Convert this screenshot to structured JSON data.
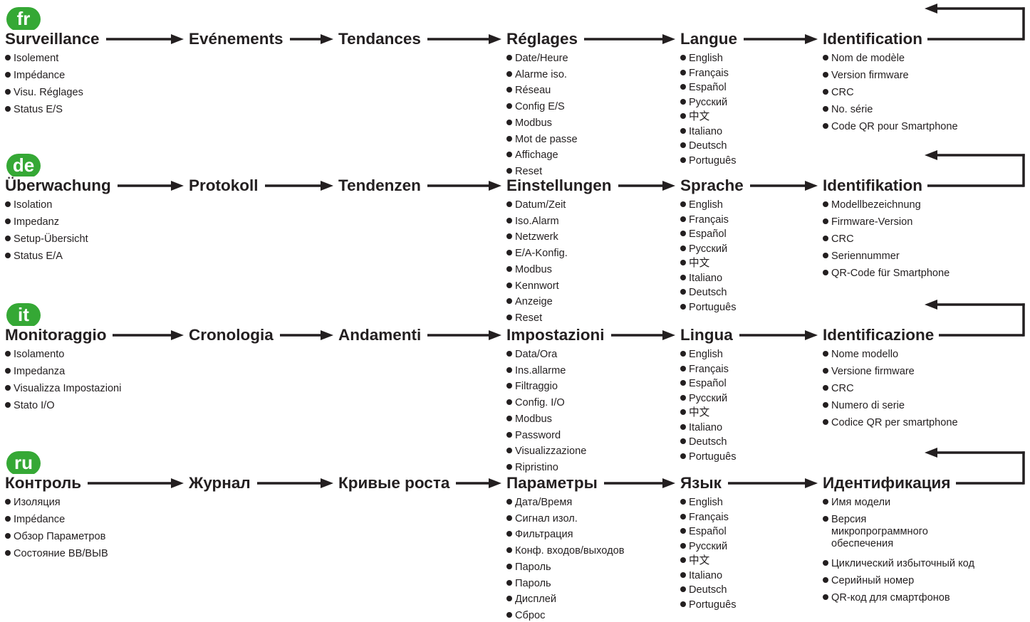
{
  "colors": {
    "badge": "#35a835",
    "text": "#231f20",
    "arrow": "#231f20"
  },
  "sections": [
    {
      "lang": "fr",
      "columns": [
        {
          "title": "Surveillance",
          "items": [
            "Isolement",
            "Impédance",
            "Visu. Réglages",
            "Status E/S"
          ]
        },
        {
          "title": "Evénements",
          "items": []
        },
        {
          "title": "Tendances",
          "items": []
        },
        {
          "title": "Réglages",
          "items": [
            "Date/Heure",
            "Alarme iso.",
            "Réseau",
            "Config E/S",
            "Modbus",
            "Mot de passe",
            "Affichage",
            "Reset"
          ]
        },
        {
          "title": "Langue",
          "items": [
            "English",
            "Français",
            "Español",
            "Русский",
            "中文",
            "Italiano",
            "Deutsch",
            "Português"
          ]
        },
        {
          "title": "Identification",
          "items": [
            "Nom de modèle",
            "Version firmware",
            "CRC",
            "No. série",
            "Code QR pour Smartphone"
          ]
        }
      ]
    },
    {
      "lang": "de",
      "columns": [
        {
          "title": "Überwachung",
          "items": [
            "Isolation",
            "Impedanz",
            "Setup-Übersicht",
            "Status E/A"
          ]
        },
        {
          "title": "Protokoll",
          "items": []
        },
        {
          "title": "Tendenzen",
          "items": []
        },
        {
          "title": "Einstellungen",
          "items": [
            "Datum/Zeit",
            "Iso.Alarm",
            "Netzwerk",
            "E/A-Konfig.",
            "Modbus",
            "Kennwort",
            "Anzeige",
            "Reset"
          ]
        },
        {
          "title": "Sprache",
          "items": [
            "English",
            "Français",
            "Español",
            "Русский",
            "中文",
            "Italiano",
            "Deutsch",
            "Português"
          ]
        },
        {
          "title": "Identifikation",
          "items": [
            "Modellbezeichnung",
            "Firmware-Version",
            "CRC",
            "Seriennummer",
            "QR-Code für Smartphone"
          ]
        }
      ]
    },
    {
      "lang": "it",
      "columns": [
        {
          "title": "Monitoraggio",
          "items": [
            "Isolamento",
            "Impedanza",
            "Visualizza Impostazioni",
            "Stato I/O"
          ]
        },
        {
          "title": "Cronologia",
          "items": []
        },
        {
          "title": "Andamenti",
          "items": []
        },
        {
          "title": "Impostazioni",
          "items": [
            "Data/Ora",
            "Ins.allarme",
            "Filtraggio",
            "Config. I/O",
            "Modbus",
            "Password",
            "Visualizzazione",
            "Ripristino"
          ]
        },
        {
          "title": "Lingua",
          "items": [
            "English",
            "Français",
            "Español",
            "Русский",
            "中文",
            "Italiano",
            "Deutsch",
            "Português"
          ]
        },
        {
          "title": "Identificazione",
          "items": [
            "Nome modello",
            "Versione firmware",
            "CRC",
            "Numero di serie",
            "Codice QR per smartphone"
          ]
        }
      ]
    },
    {
      "lang": "ru",
      "columns": [
        {
          "title": "Контроль",
          "items": [
            "Изоляция",
            "Impédance",
            "Обзор Параметров",
            "Состояние ВВ/ВЫВ"
          ]
        },
        {
          "title": "Журнал",
          "items": []
        },
        {
          "title": "Кривые роста",
          "items": []
        },
        {
          "title": "Параметры",
          "items": [
            "Дата/Время",
            "Сигнал изол.",
            "Фильтрация",
            "Конф. входов/выходов",
            "Пароль",
            "Пароль",
            "Дисплей",
            "Сброс"
          ]
        },
        {
          "title": "Язык",
          "items": [
            "English",
            "Français",
            "Español",
            "Русский",
            "中文",
            "Italiano",
            "Deutsch",
            "Português"
          ]
        },
        {
          "title": "Идентификация",
          "items": [
            "Имя модели",
            "Версия\nмикропрограммного\nобеспечения",
            "Циклический избыточный код",
            "Серийный номер",
            "QR-код для смартфонов"
          ]
        }
      ]
    }
  ]
}
